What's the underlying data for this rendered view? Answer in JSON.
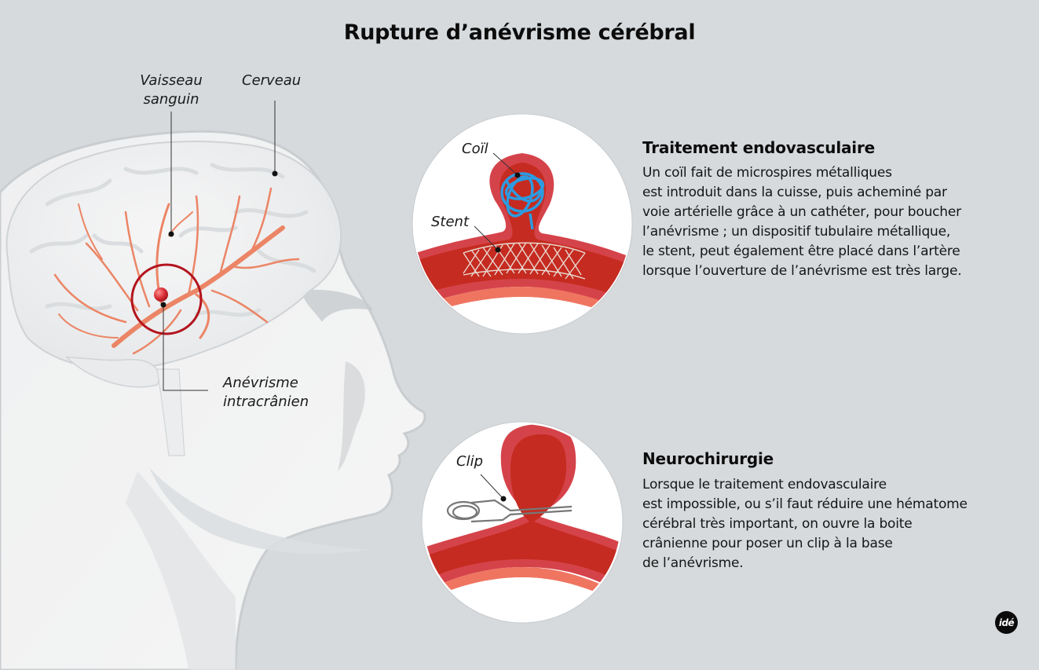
{
  "title": "Rupture d’anévrisme cérébral",
  "head_illustration": {
    "labels": {
      "vessel_line1": "Vaisseau",
      "vessel_line2": "sanguin",
      "brain": "Cerveau",
      "aneurysm_line1": "Anévrisme",
      "aneurysm_line2": "intracrânien"
    }
  },
  "endovascular": {
    "title": "Traitement endovasculaire",
    "body_lines": [
      "Un coïl fait de microspires métalliques",
      "est introduit dans la cuisse, puis acheminé par",
      "voie artérielle grâce à un cathéter, pour boucher",
      "l’anévrisme ; un dispositif tubulaire métallique,",
      "le stent, peut également être placé dans l’artère",
      "lorsque l’ouverture de l’anévrisme est très large."
    ],
    "labels": {
      "coil": "Coïl",
      "stent": "Stent"
    }
  },
  "neurosurgery": {
    "title": "Neurochirurgie",
    "body_lines": [
      "Lorsque le traitement endovasculaire",
      "est impossible, ou s’il faut réduire une hématome",
      "cérébral très important, on ouvre la boite",
      "crânienne pour poser un clip à la base",
      "de l’anévrisme."
    ],
    "labels": {
      "clip": "Clip"
    }
  },
  "logo": "idé",
  "colors": {
    "background": "#d6dadd",
    "artery": "#c8281e",
    "artery_wall": "#d5434a",
    "vessel_branch": "#ec8a6c",
    "coil": "#2d9be0",
    "highlight_circle": "#b3141d"
  }
}
